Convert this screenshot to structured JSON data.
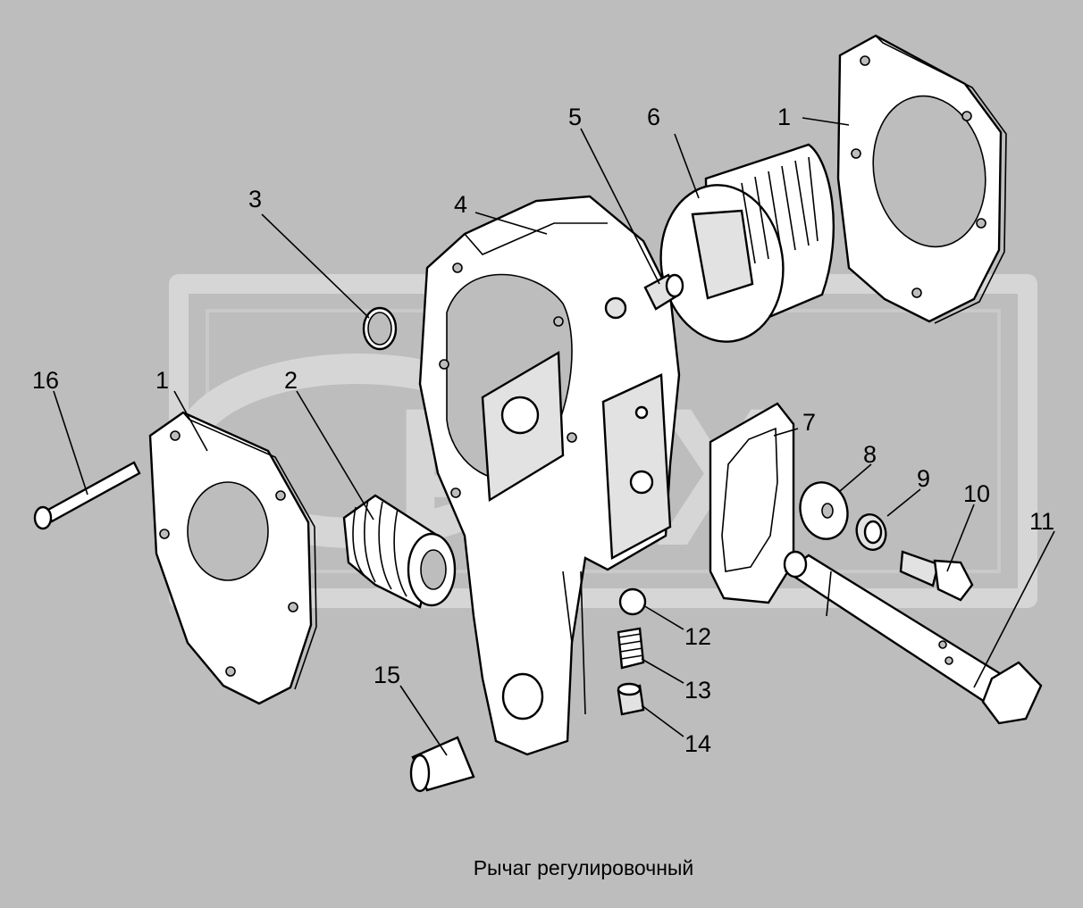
{
  "title": "Рычаг регулировочный",
  "watermark": "РЕХ",
  "colors": {
    "background": "#bdbdbd",
    "watermark": "#d6d6d6",
    "parts": "#ffffff",
    "lines": "#000000"
  },
  "callouts": [
    {
      "id": "callout-1-right",
      "text": "1"
    },
    {
      "id": "callout-1-left",
      "text": "1"
    },
    {
      "id": "callout-2",
      "text": "2"
    },
    {
      "id": "callout-3",
      "text": "3"
    },
    {
      "id": "callout-4",
      "text": "4"
    },
    {
      "id": "callout-5",
      "text": "5"
    },
    {
      "id": "callout-6",
      "text": "6"
    },
    {
      "id": "callout-7",
      "text": "7"
    },
    {
      "id": "callout-8",
      "text": "8"
    },
    {
      "id": "callout-9",
      "text": "9"
    },
    {
      "id": "callout-10",
      "text": "10"
    },
    {
      "id": "callout-11",
      "text": "11"
    },
    {
      "id": "callout-12",
      "text": "12"
    },
    {
      "id": "callout-13",
      "text": "13"
    },
    {
      "id": "callout-14",
      "text": "14"
    },
    {
      "id": "callout-15",
      "text": "15"
    },
    {
      "id": "callout-16",
      "text": "16"
    }
  ]
}
